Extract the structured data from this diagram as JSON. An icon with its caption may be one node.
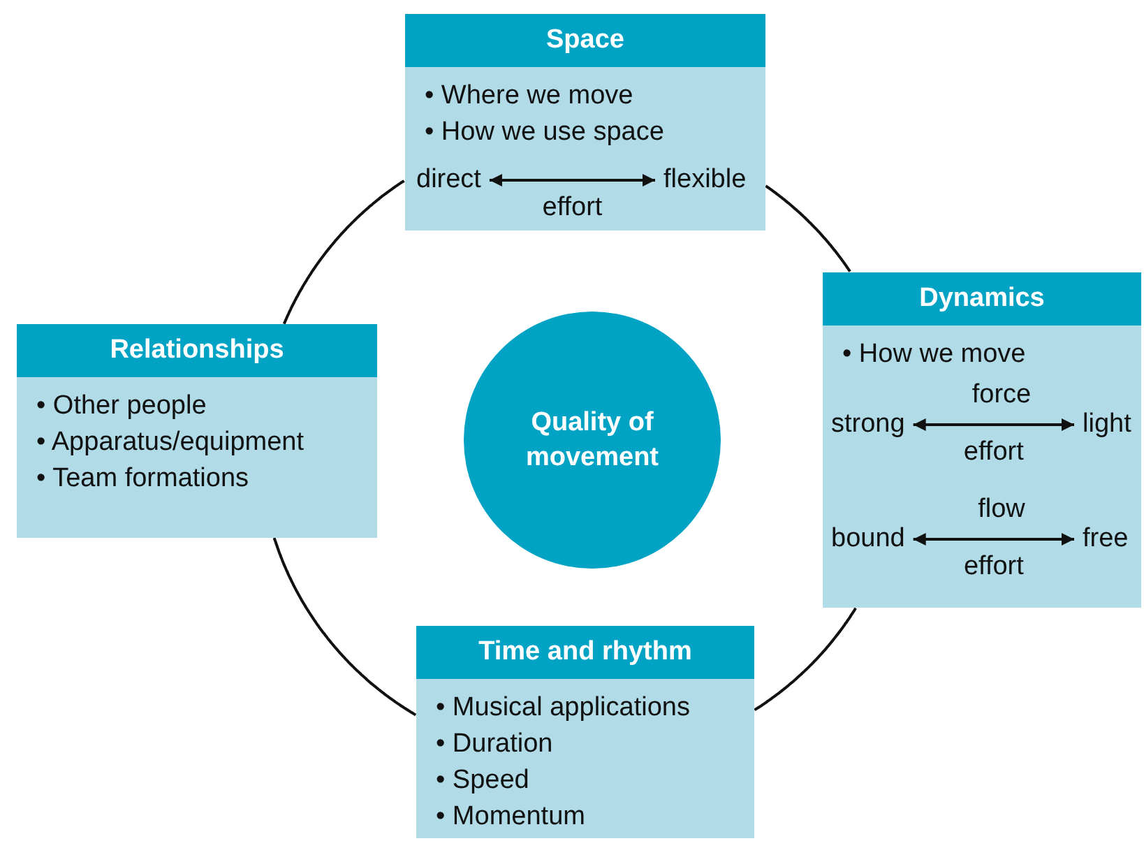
{
  "diagram": {
    "nodes": [
      {
        "text": [
          "Space",
          "• Where we move",
          "• How we use space"
        ]
      },
      {
        "text": [
          "direct"
        ],
        "in": 0
      },
      {
        "text": [
          "flexible"
        ],
        "in": 0
      },
      {
        "text": [
          "Dynamics",
          "• How we move"
        ]
      },
      {
        "text": [
          "strong"
        ],
        "in": 3
      },
      {
        "text": [
          "light"
        ],
        "in": 3
      },
      {
        "text": [
          "bound"
        ],
        "in": 3
      },
      {
        "text": [
          "free"
        ],
        "in": 3
      },
      {
        "text": [
          "Relationships",
          "• Other people",
          "• Apparatus/equipment",
          "• Team formations"
        ]
      },
      {
        "text": [
          "Quality of movement"
        ]
      },
      {
        "text": [
          "Time and rhythm",
          "• Musical applications",
          "• Duration",
          "• Speed",
          "• Momentum"
        ]
      }
    ],
    "edges": [
      {
        "from": 0,
        "to": 3,
        "arrow": "none"
      },
      {
        "from": 3,
        "to": 10,
        "arrow": "none"
      },
      {
        "from": 10,
        "to": 8,
        "arrow": "none"
      },
      {
        "from": 8,
        "to": 0,
        "arrow": "none"
      },
      {
        "from": 1,
        "to": 2,
        "arrow": "both",
        "label": "effort"
      },
      {
        "from": 4,
        "to": 5,
        "arrow": "both",
        "label": "effort"
      },
      {
        "from": 6,
        "to": 7,
        "arrow": "both",
        "label": "effort"
      }
    ],
    "labels": [
      "force",
      "flow"
    ]
  }
}
